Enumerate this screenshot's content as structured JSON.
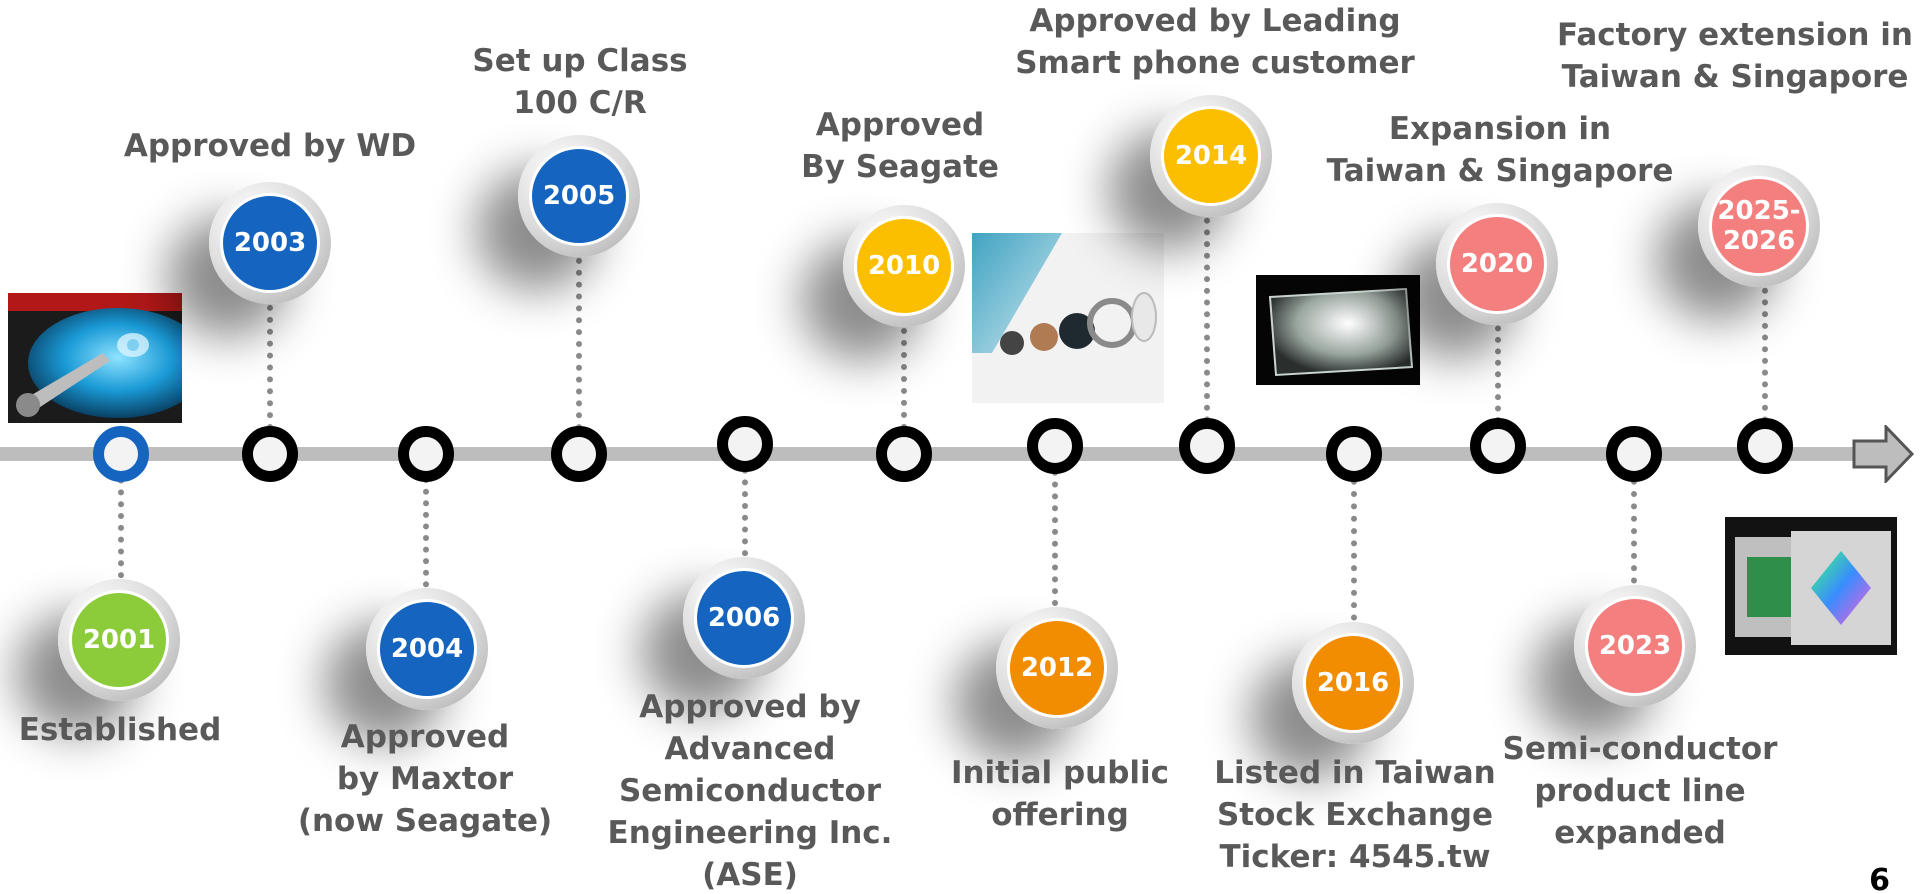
{
  "timeline": {
    "page_number": "6",
    "colors": {
      "blue": "#1565c0",
      "yellow": "#fbbf00",
      "orange": "#f28c00",
      "pink": "#f47f7f",
      "green": "#8ccc3a",
      "label_text": "#595959"
    },
    "events": [
      {
        "year": "2001",
        "label": "Established",
        "color": "#8ccc3a"
      },
      {
        "year": "2003",
        "label": "Approved by WD",
        "color": "#1565c0"
      },
      {
        "year": "2004",
        "label": "Approved\nby Maxtor\n(now Seagate)",
        "color": "#1565c0"
      },
      {
        "year": "2005",
        "label": "Set up Class\n100 C/R",
        "color": "#1565c0"
      },
      {
        "year": "2006",
        "label": "Approved by\nAdvanced\nSemiconductor\nEngineering Inc.\n(ASE)",
        "color": "#1565c0"
      },
      {
        "year": "2010",
        "label": "Approved\nBy Seagate",
        "color": "#fbbf00"
      },
      {
        "year": "2012",
        "label": "Initial public\noffering",
        "color": "#f28c00"
      },
      {
        "year": "2014",
        "label": "Approved by Leading\nSmart phone customer",
        "color": "#fbbf00"
      },
      {
        "year": "2016",
        "label": "Listed in Taiwan\nStock Exchange\nTicker: 4545.tw",
        "color": "#f28c00"
      },
      {
        "year": "2020",
        "label": "Expansion in\nTaiwan & Singapore",
        "color": "#f47f7f"
      },
      {
        "year": "2023",
        "label": "Semi-conductor\nproduct line\nexpanded",
        "color": "#f47f7f"
      },
      {
        "year": "2025-\n2026",
        "label": "Factory extension in\nTaiwan & Singapore",
        "color": "#f47f7f"
      }
    ],
    "images": [
      {
        "name": "hard-drive-photo",
        "subject": "hard disk drive platter"
      },
      {
        "name": "camera-module-photo",
        "subject": "exploded camera lens module"
      },
      {
        "name": "glass-substrate-photo",
        "subject": "glass substrate panel"
      },
      {
        "name": "gpu-chip-photo",
        "subject": "semiconductor GPU package"
      }
    ]
  }
}
